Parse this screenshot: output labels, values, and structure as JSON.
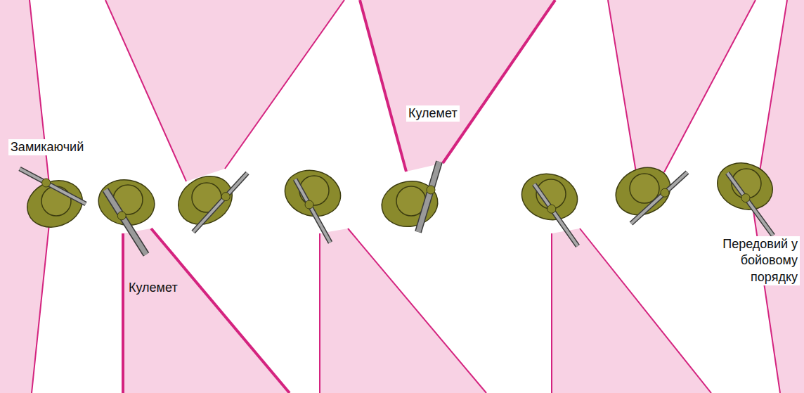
{
  "diagram": {
    "labels": [
      "Кулемет",
      "Замикаючий",
      "Передовий у бойовому порядку",
      "Кулемет"
    ]
  }
}
